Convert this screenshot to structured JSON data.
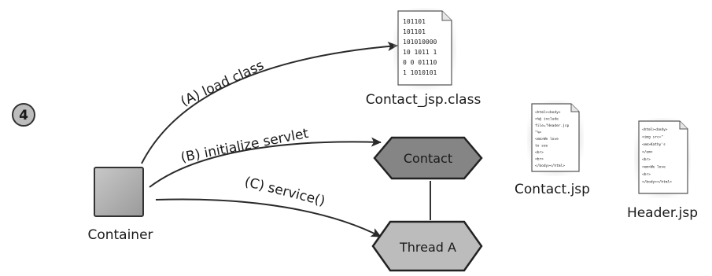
{
  "step": {
    "number": "4"
  },
  "container": {
    "label": "Container"
  },
  "arrows": {
    "load": "(A) load class",
    "init": "(B) initialize servlet",
    "service": "(C) service()"
  },
  "nodes": {
    "servlet": "Contact",
    "thread": "Thread A"
  },
  "files": {
    "class_file": {
      "label": "Contact_jsp.class",
      "lines": [
        "101101",
        "101101",
        "101010000",
        "10 1011 1",
        "0 0 01110",
        "1 1010101"
      ]
    },
    "contact_jsp": {
      "label": "Contact.jsp",
      "lines": [
        "<html><body>",
        "<%@ include",
        "file=\"Header.jsp",
        "\"%>",
        "<em>We love",
        "to see",
        "<br>",
        "<br>",
        "</body></html>"
      ]
    },
    "header_jsp": {
      "label": "Header.jsp",
      "lines": [
        "<html><body>",
        "<img src=\"",
        "<em>Kathy's",
        "</em>",
        "<br>",
        "<em>We love",
        "<br>",
        "</body></html>"
      ]
    }
  }
}
